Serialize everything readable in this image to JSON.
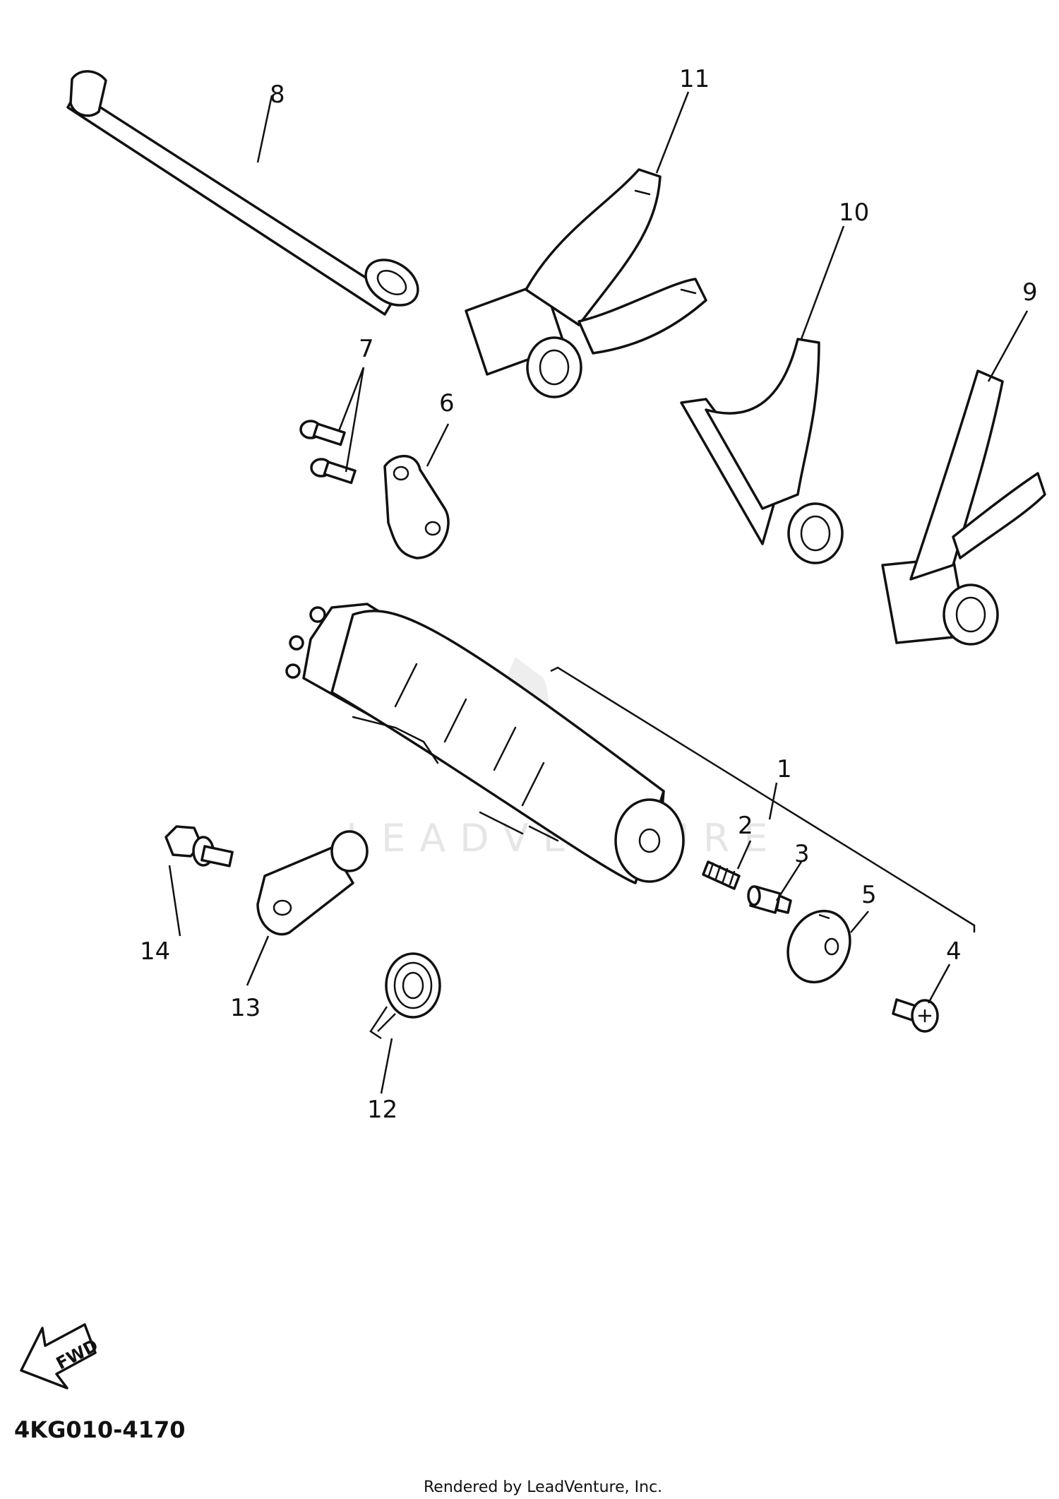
{
  "diagram": {
    "callouts": [
      "1",
      "2",
      "3",
      "4",
      "5",
      "6",
      "7",
      "8",
      "9",
      "10",
      "11",
      "12",
      "13",
      "14"
    ],
    "fwd_label": "FWD",
    "diagram_code": "4KG010-4170",
    "watermark": "LEADVENTURE",
    "credit": "Rendered by LeadVenture, Inc."
  }
}
